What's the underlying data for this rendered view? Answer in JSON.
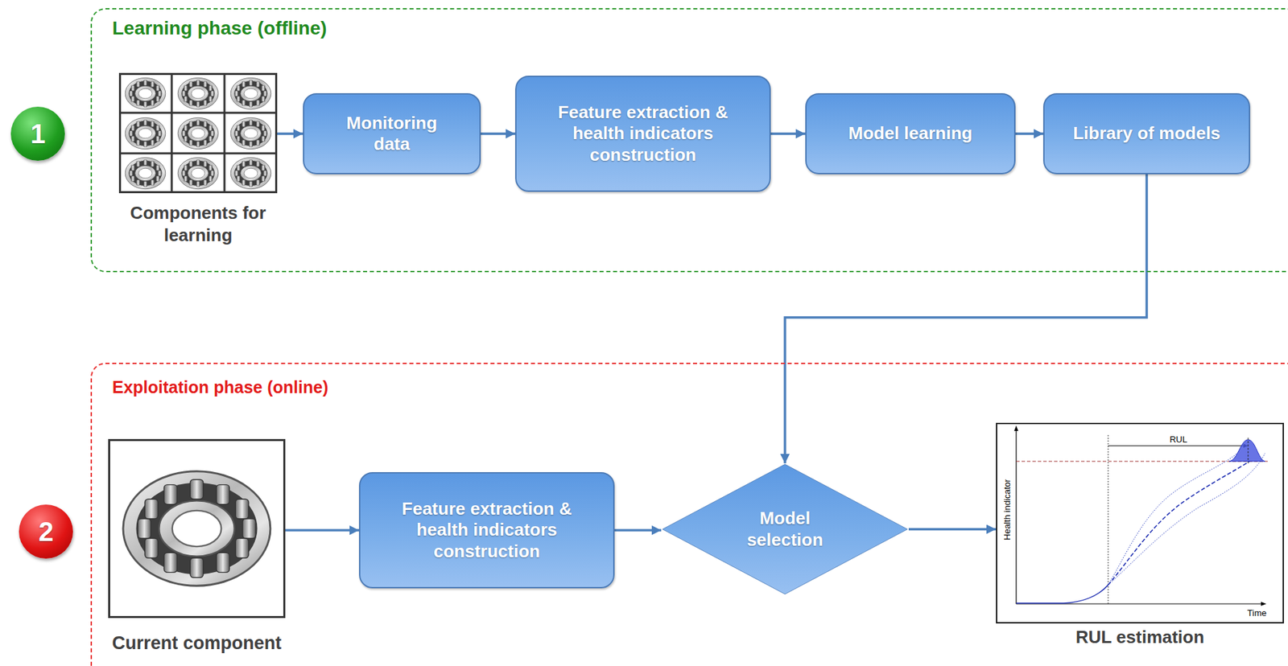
{
  "diagram": {
    "nodes": [
      {
        "text": [
          "1"
        ]
      },
      {
        "text": [
          "Learning phase (offline)"
        ]
      },
      {
        "text": [
          "Components for learning"
        ],
        "in": 1
      },
      {
        "text": [
          "Monitoring data"
        ],
        "in": 1
      },
      {
        "text": [
          "Feature extraction & health indicators construction"
        ],
        "in": 1
      },
      {
        "text": [
          "Model learning"
        ],
        "in": 1
      },
      {
        "text": [
          "Library of models"
        ],
        "in": 1
      },
      {
        "text": [
          "2"
        ]
      },
      {
        "text": [
          "Exploitation phase (online)"
        ]
      },
      {
        "text": [
          "Current component"
        ],
        "in": 8
      },
      {
        "text": [
          "Feature extraction & health indicators construction"
        ],
        "in": 8
      },
      {
        "text": [
          "Model selection"
        ],
        "in": 8
      },
      {
        "text": [
          "RUL estimation"
        ],
        "in": 8
      }
    ],
    "edges": [
      {
        "from": 2,
        "to": 3,
        "arrow": "to"
      },
      {
        "from": 3,
        "to": 4,
        "arrow": "to"
      },
      {
        "from": 4,
        "to": 5,
        "arrow": "to"
      },
      {
        "from": 5,
        "to": 6,
        "arrow": "to"
      },
      {
        "from": 6,
        "to": 11,
        "arrow": "to"
      },
      {
        "from": 9,
        "to": 10,
        "arrow": "to"
      },
      {
        "from": 10,
        "to": 11,
        "arrow": "to"
      },
      {
        "from": 11,
        "to": 12,
        "arrow": "to"
      }
    ],
    "labels": [
      "RUL",
      "Health indicator",
      "Time"
    ]
  }
}
